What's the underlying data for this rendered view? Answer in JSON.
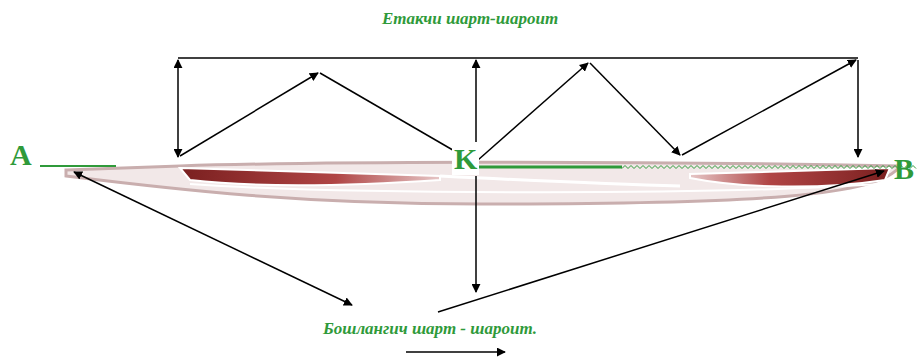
{
  "diagram": {
    "labels": [
      "Етакчи шарт-шароит",
      "A",
      "K",
      "B",
      "Бошлангич шарт - шароит."
    ]
  }
}
